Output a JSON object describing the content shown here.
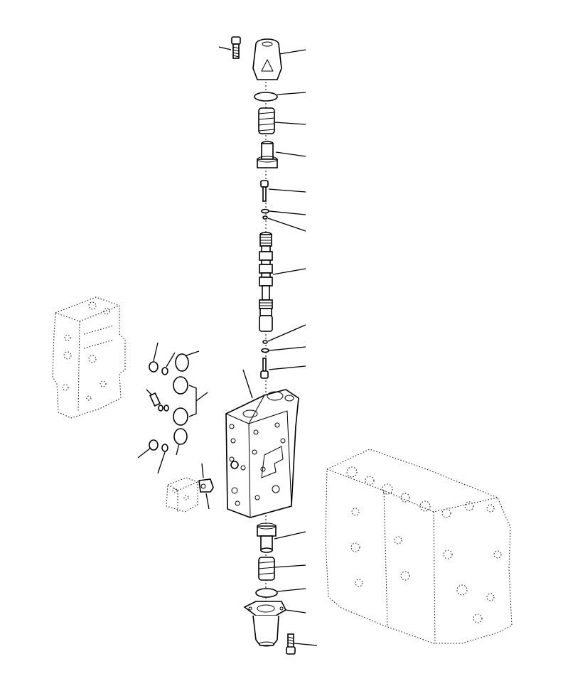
{
  "diagram": {
    "callouts": [
      {
        "part": "mounting-bolt-top"
      },
      {
        "part": "top-cap"
      },
      {
        "part": "o-ring-top"
      },
      {
        "part": "spring-top"
      },
      {
        "part": "spring-retainer-top"
      },
      {
        "part": "small-plug-top"
      },
      {
        "part": "o-ring-small-1"
      },
      {
        "part": "o-ring-small-2"
      },
      {
        "part": "spool"
      },
      {
        "part": "o-ring-small-3"
      },
      {
        "part": "o-ring-small-4"
      },
      {
        "part": "small-plug-bottom"
      },
      {
        "part": "valve-section-block"
      },
      {
        "part": "spring-retainer-bottom"
      },
      {
        "part": "spring-bottom"
      },
      {
        "part": "o-ring-bottom"
      },
      {
        "part": "bottom-cap"
      },
      {
        "part": "mounting-bolt-bottom"
      }
    ]
  }
}
